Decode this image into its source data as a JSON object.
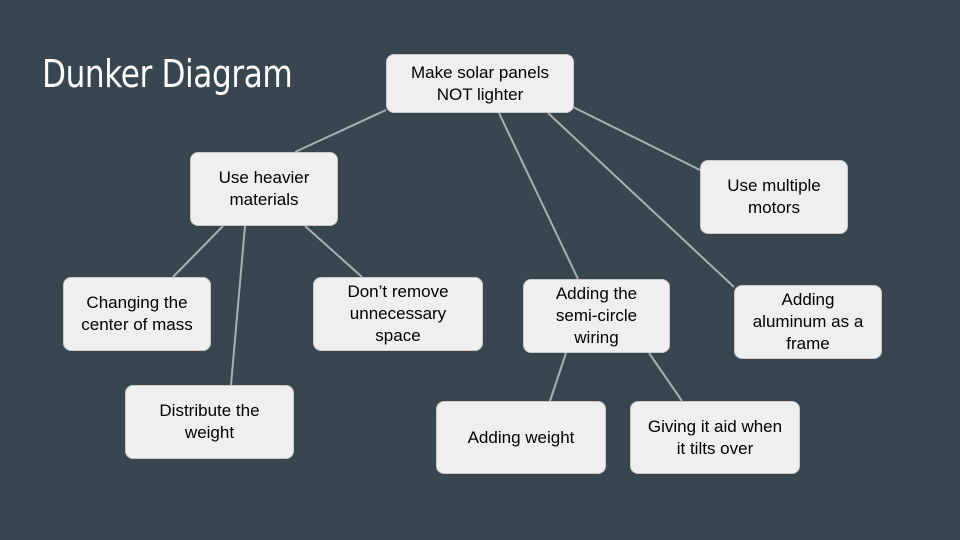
{
  "title": "Dunker Diagram",
  "nodes": {
    "root": "Make solar panels\nNOT lighter",
    "heavier": "Use heavier\nmaterials",
    "motors": "Use multiple\nmotors",
    "center": "Changing the\ncenter of mass",
    "dontremove": "Don’t remove\nunnecessary\nspace",
    "semicircle": "Adding the\nsemi-circle\nwiring",
    "aluminum": "Adding\naluminum as a\nframe",
    "distribute": "Distribute the\nweight",
    "weight": "Adding weight",
    "tilts": "Giving it aid when\nit tilts over"
  },
  "colors": {
    "background": "#37464f",
    "node_fill": "#efefef",
    "connector": "#a8b0b4",
    "title_text": "#ffffff"
  }
}
